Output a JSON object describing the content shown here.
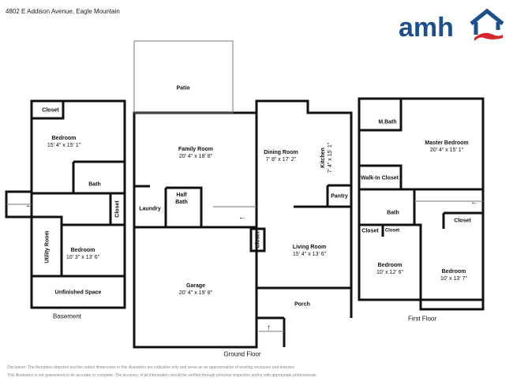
{
  "header": {
    "address": "4802 E Addison Avenue, Eagle Mountain"
  },
  "logo": {
    "text": "amh",
    "brand_color": "#1c4f8c",
    "accent_color": "#d7262e"
  },
  "floors": {
    "basement": {
      "label": "Basement",
      "rooms": [
        {
          "name": "Closet"
        },
        {
          "name": "Bedroom",
          "dims": "15' 4\" x 15' 1\""
        },
        {
          "name": "Bath"
        },
        {
          "name": "Closet"
        },
        {
          "name": "Utility Room"
        },
        {
          "name": "Bedroom",
          "dims": "10' 3\" x 13' 6\""
        },
        {
          "name": "Unfinished Space"
        }
      ]
    },
    "ground": {
      "label": "Ground Floor",
      "rooms": [
        {
          "name": "Patio"
        },
        {
          "name": "Family Room",
          "dims": "20' 4\" x 18' 8\""
        },
        {
          "name": "Laundry"
        },
        {
          "name": "Half Bath"
        },
        {
          "name": "Garage",
          "dims": "20' 4\" x 19' 8\""
        },
        {
          "name": "Dining Room",
          "dims": "7' 8\" x 17' 2\""
        },
        {
          "name": "Kitchen",
          "dims": "7' 4\" x 15' 1\""
        },
        {
          "name": "Pantry"
        },
        {
          "name": "Closet"
        },
        {
          "name": "Living Room",
          "dims": "15' 4\" x 13' 6\""
        },
        {
          "name": "Porch"
        }
      ]
    },
    "first": {
      "label": "First Floor",
      "rooms": [
        {
          "name": "M.Bath"
        },
        {
          "name": "Master Bedroom",
          "dims": "20' 4\" x 15' 1\""
        },
        {
          "name": "Walk-In Closet"
        },
        {
          "name": "Bath"
        },
        {
          "name": "Closet"
        },
        {
          "name": "Closet"
        },
        {
          "name": "Closet"
        },
        {
          "name": "Bedroom",
          "dims": "10' x 12' 6\""
        },
        {
          "name": "Bedroom",
          "dims": "10' x 13' 7\""
        }
      ]
    }
  },
  "disclaimer": {
    "line1": "Disclaimer: The floorplans depicted and the stated dimensions in this illustration are indicative only and serve as an approximation of existing structures and features.",
    "line2": "This illustration is not guaranteed to be accurate or complete. The accuracy of all information should be verified through personal inspection and/or with appropriate professionals."
  }
}
